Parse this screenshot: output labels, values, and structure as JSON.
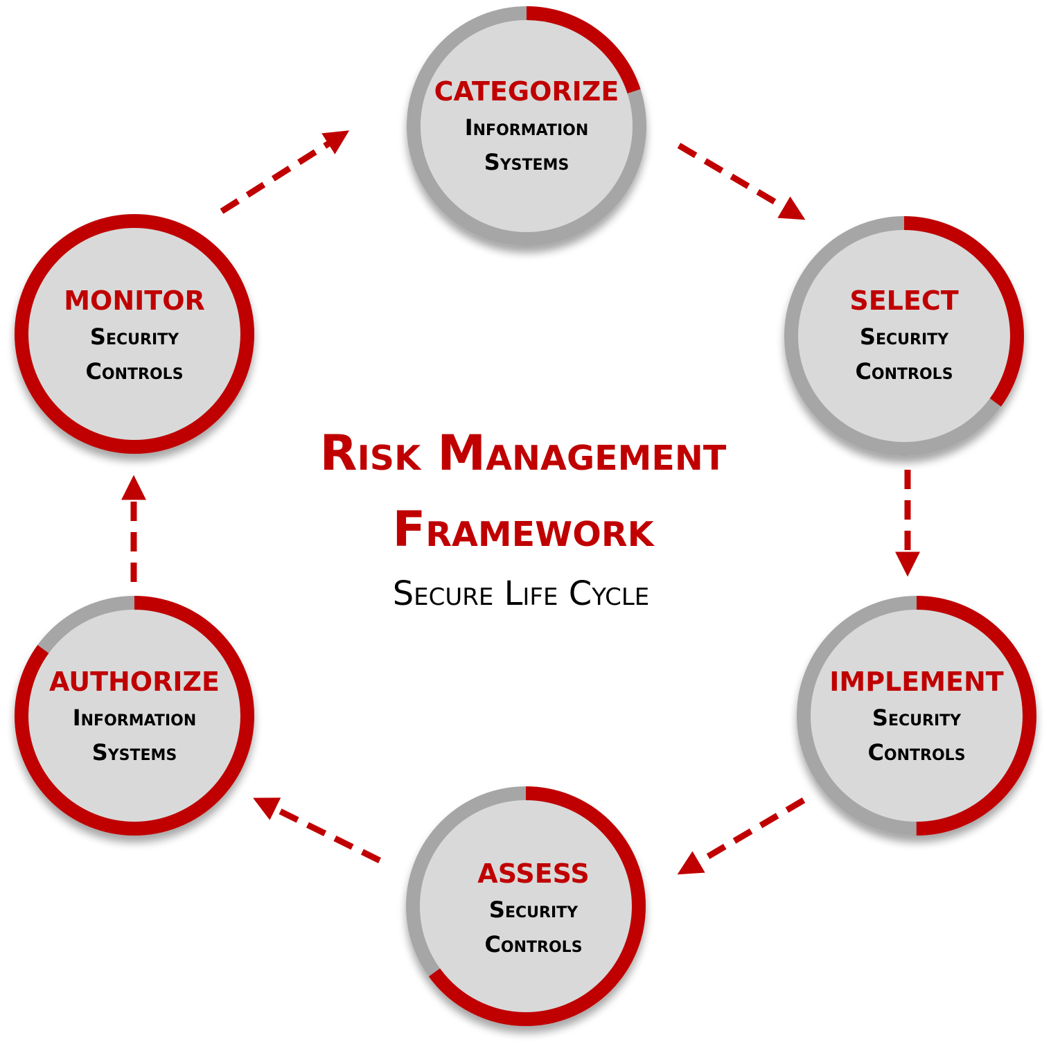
{
  "diagram": {
    "title_line1": "Risk Management",
    "title_line2": "Framework",
    "subtitle": "Secure Life Cycle"
  },
  "colors": {
    "accent": "#c00000",
    "ring_gray": "#a6a6a6",
    "fill_gray": "#d9d9d9",
    "text_dark": "#000000"
  },
  "steps": [
    {
      "name": "CATEGORIZE",
      "line1": "Information",
      "line2": "Systems",
      "red_fraction": 0.2
    },
    {
      "name": "SELECT",
      "line1": "Security",
      "line2": "Controls",
      "red_fraction": 0.35
    },
    {
      "name": "IMPLEMENT",
      "line1": "Security",
      "line2": "Controls",
      "red_fraction": 0.5
    },
    {
      "name": "ASSESS",
      "line1": "Security",
      "line2": "Controls",
      "red_fraction": 0.65
    },
    {
      "name": "AUTHORIZE",
      "line1": "Information",
      "line2": "Systems",
      "red_fraction": 0.85
    },
    {
      "name": "MONITOR",
      "line1": "Security",
      "line2": "Controls",
      "red_fraction": 1.0
    }
  ]
}
